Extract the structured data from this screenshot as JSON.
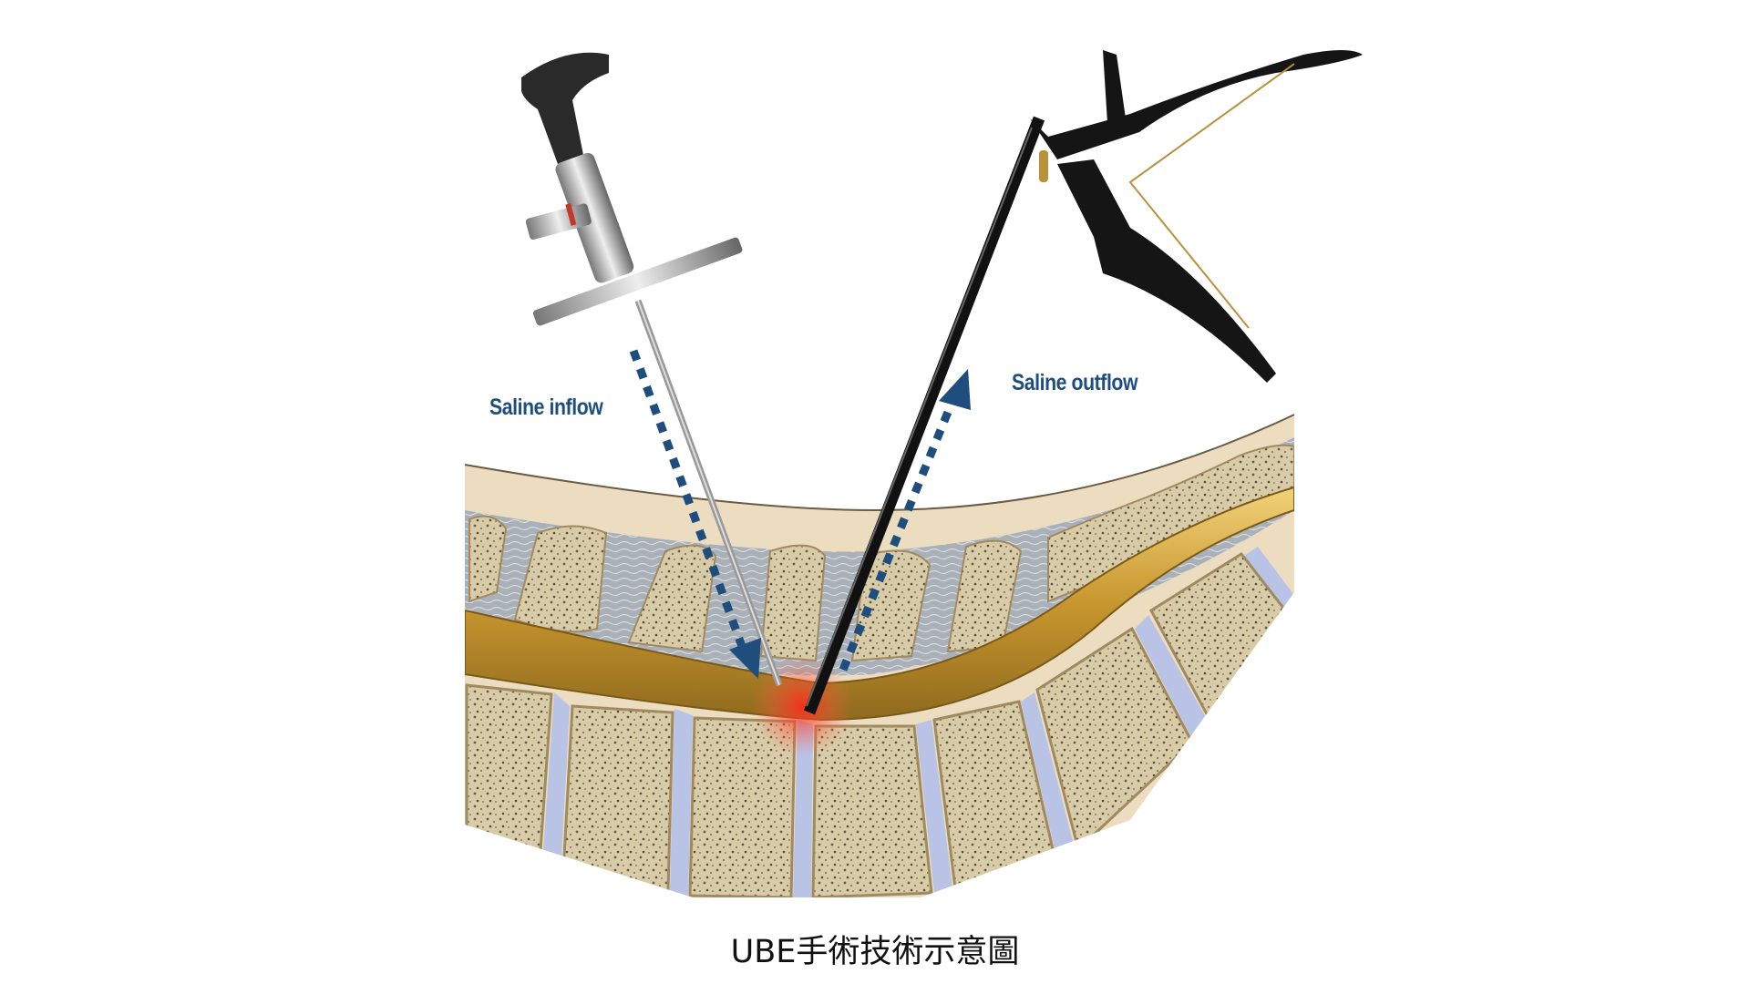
{
  "diagram": {
    "labels": {
      "inflow": "Saline inflow",
      "outflow": "Saline outflow"
    },
    "caption": "UBE手術技術示意圖",
    "colors": {
      "arrow": "#1f4e7e",
      "bone": "#efe3c4",
      "cord": "#d9ad45",
      "ligament": "#9aa3ad",
      "disc": "#b9c3e6",
      "soft_tissue": "#ecdcc0",
      "lesion": "#e8413a"
    }
  }
}
